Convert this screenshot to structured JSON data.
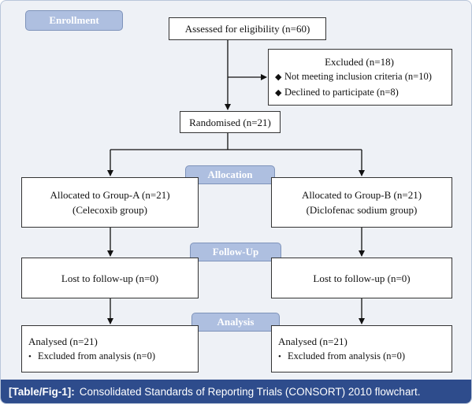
{
  "stages": {
    "enrollment": "Enrollment",
    "allocation": "Allocation",
    "followup": "Follow-Up",
    "analysis": "Analysis"
  },
  "assessed": "Assessed for eligibility (n=60)",
  "excluded": {
    "title": "Excluded (n=18)",
    "items": [
      "Not meeting inclusion criteria (n=10)",
      "Declined to participate (n=8)"
    ]
  },
  "randomised": "Randomised (n=21)",
  "group_a": {
    "allocated": [
      "Allocated to Group-A (n=21)",
      "(Celecoxib group)"
    ],
    "followup": "Lost to follow-up (n=0)",
    "analysed": "Analysed (n=21)",
    "excluded": "Excluded from analysis (n=0)"
  },
  "group_b": {
    "allocated": [
      "Allocated to Group-B (n=21)",
      "(Diclofenac sodium group)"
    ],
    "followup": "Lost to follow-up (n=0)",
    "analysed": "Analysed (n=21)",
    "excluded": "Excluded from analysis (n=0)"
  },
  "caption": {
    "tag": "[Table/Fig-1]:",
    "text": "Consolidated Standards of Reporting Trials (CONSORT) 2010 flowchart."
  },
  "colors": {
    "stage_fill": "#aebfe0",
    "caption_bg": "#2e4c8c",
    "panel_bg": "#eef1f6"
  }
}
